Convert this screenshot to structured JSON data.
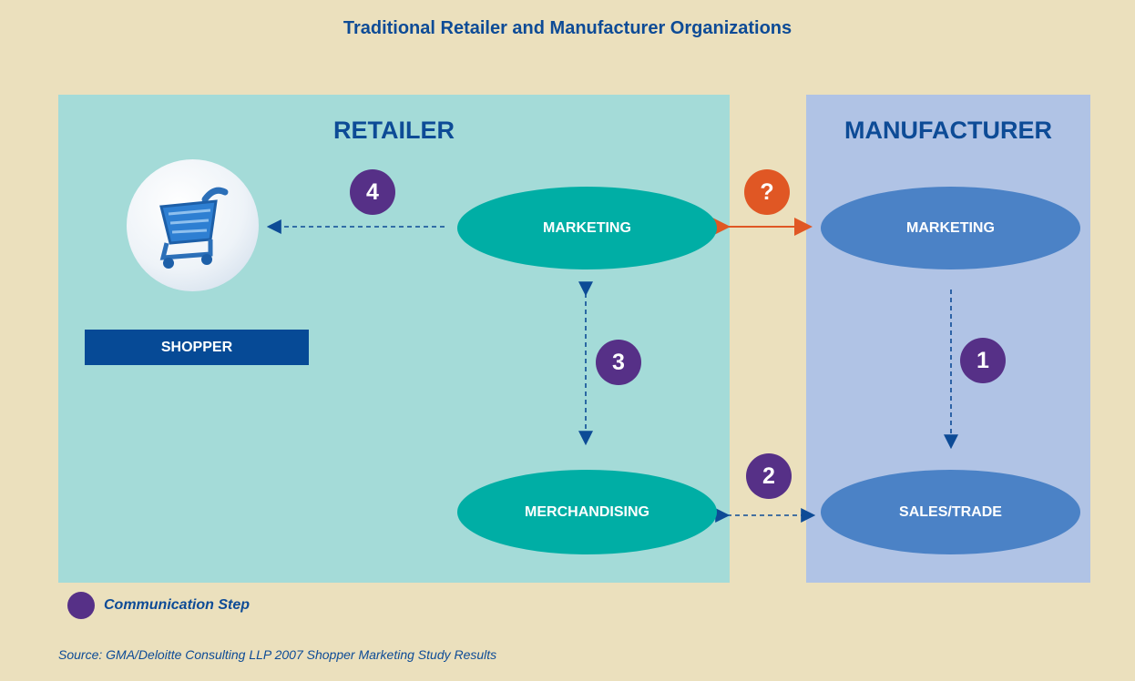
{
  "title": "Traditional Retailer and Manufacturer Organizations",
  "retailer": {
    "title": "RETAILER",
    "marketing": "MARKETING",
    "merchandising": "MERCHANDISING",
    "shopper": "SHOPPER"
  },
  "manufacturer": {
    "title": "MANUFACTURER",
    "marketing": "MARKETING",
    "sales": "SALES/TRADE"
  },
  "steps": {
    "s1": "1",
    "s2": "2",
    "s3": "3",
    "s4": "4",
    "unknown": "?"
  },
  "legend": {
    "label": "Communication Step"
  },
  "source": "Source: GMA/Deloitte Consulting LLP 2007 Shopper Marketing Study Results",
  "colors": {
    "background": "#ebe0bd",
    "retailer_panel": "#a4dbd8",
    "manufacturer_panel": "#b0c3e5",
    "retailer_oval": "#00aea5",
    "manufacturer_oval": "#4b82c6",
    "step": "#563087",
    "unknown_step": "#e05724",
    "text": "#0d4b96"
  },
  "icons": {
    "shopper": "shopping-cart-icon"
  }
}
